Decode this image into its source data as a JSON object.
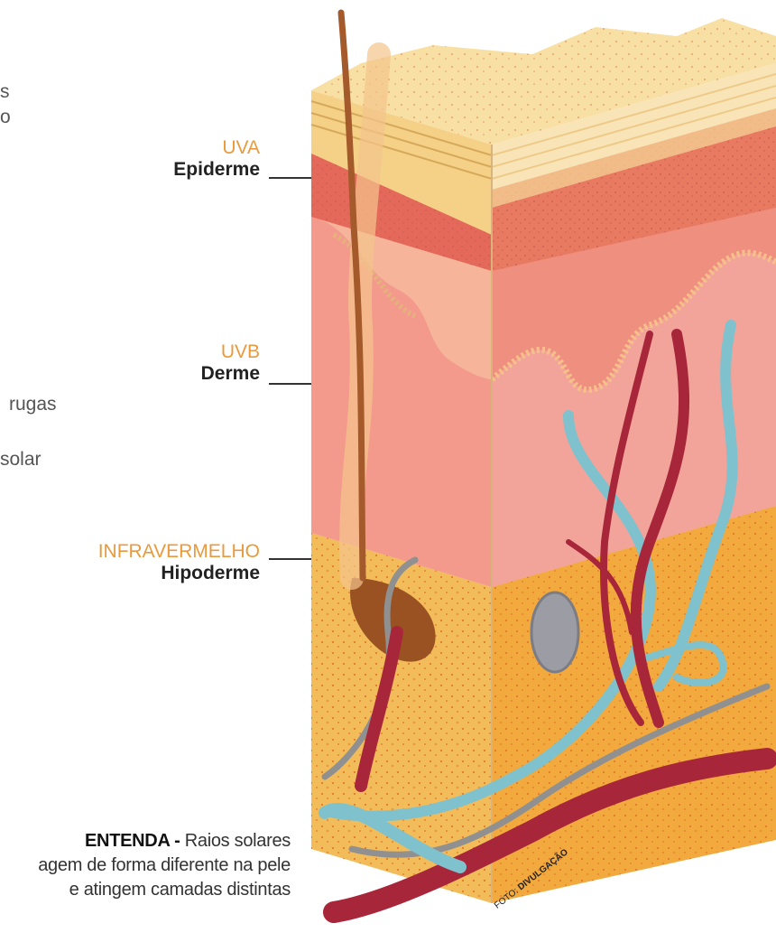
{
  "left_fragments": [
    "s",
    "o",
    "rugas",
    "solar"
  ],
  "labels": [
    {
      "ray": "UVA",
      "layer": "Epiderme"
    },
    {
      "ray": "UVB",
      "layer": "Derme"
    },
    {
      "ray": "INFRAVERMELHO",
      "layer": "Hipoderme"
    }
  ],
  "caption": {
    "heading": "ENTENDA -",
    "line1": " Raios solares",
    "line2": "agem de forma diferente na pele",
    "line3": "e atingem camadas distintas"
  },
  "credit": {
    "prefix": "FOTO:",
    "name": "DIVULGAÇÃO"
  },
  "colors": {
    "ray_label": "#e89a3c",
    "epidermis": "#f6dfa0",
    "dermis": "#f0948a",
    "hypodermis": "#f3b24c",
    "artery": "#a8263a",
    "vein": "#7fc1cc",
    "hair": "#9a5a2c"
  }
}
